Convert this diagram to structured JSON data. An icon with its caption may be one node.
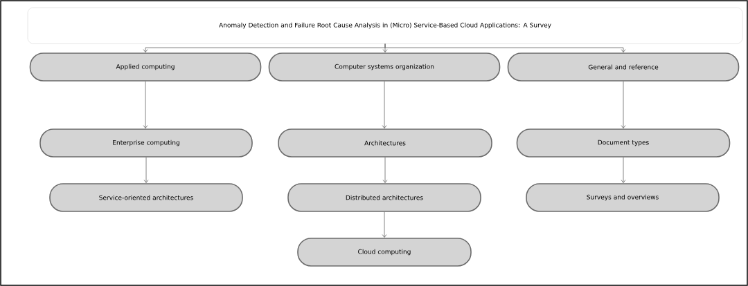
{
  "diagram": {
    "nodes": [
      {
        "text": [
          "Anomaly Detection and Failure Root Cause Analysis in (Micro) Service-Based Cloud Applications: A Survey"
        ]
      },
      {
        "text": [
          "Applied computing"
        ]
      },
      {
        "text": [
          "Computer systems organization"
        ]
      },
      {
        "text": [
          "General and reference"
        ]
      },
      {
        "text": [
          "Enterprise computing"
        ]
      },
      {
        "text": [
          "Architectures"
        ]
      },
      {
        "text": [
          "Document types"
        ]
      },
      {
        "text": [
          "Service-oriented architectures"
        ]
      },
      {
        "text": [
          "Distributed architectures"
        ]
      },
      {
        "text": [
          "Surveys and overviews"
        ]
      },
      {
        "text": [
          "Cloud computing"
        ]
      }
    ],
    "edges": [
      {
        "from": 0,
        "to": 1,
        "arrow": "to"
      },
      {
        "from": 0,
        "to": 2,
        "arrow": "to"
      },
      {
        "from": 0,
        "to": 3,
        "arrow": "to"
      },
      {
        "from": 1,
        "to": 4,
        "arrow": "to"
      },
      {
        "from": 4,
        "to": 7,
        "arrow": "to"
      },
      {
        "from": 2,
        "to": 5,
        "arrow": "to"
      },
      {
        "from": 5,
        "to": 8,
        "arrow": "to"
      },
      {
        "from": 8,
        "to": 10,
        "arrow": "to"
      },
      {
        "from": 3,
        "to": 6,
        "arrow": "to"
      },
      {
        "from": 6,
        "to": 9,
        "arrow": "to"
      }
    ]
  }
}
